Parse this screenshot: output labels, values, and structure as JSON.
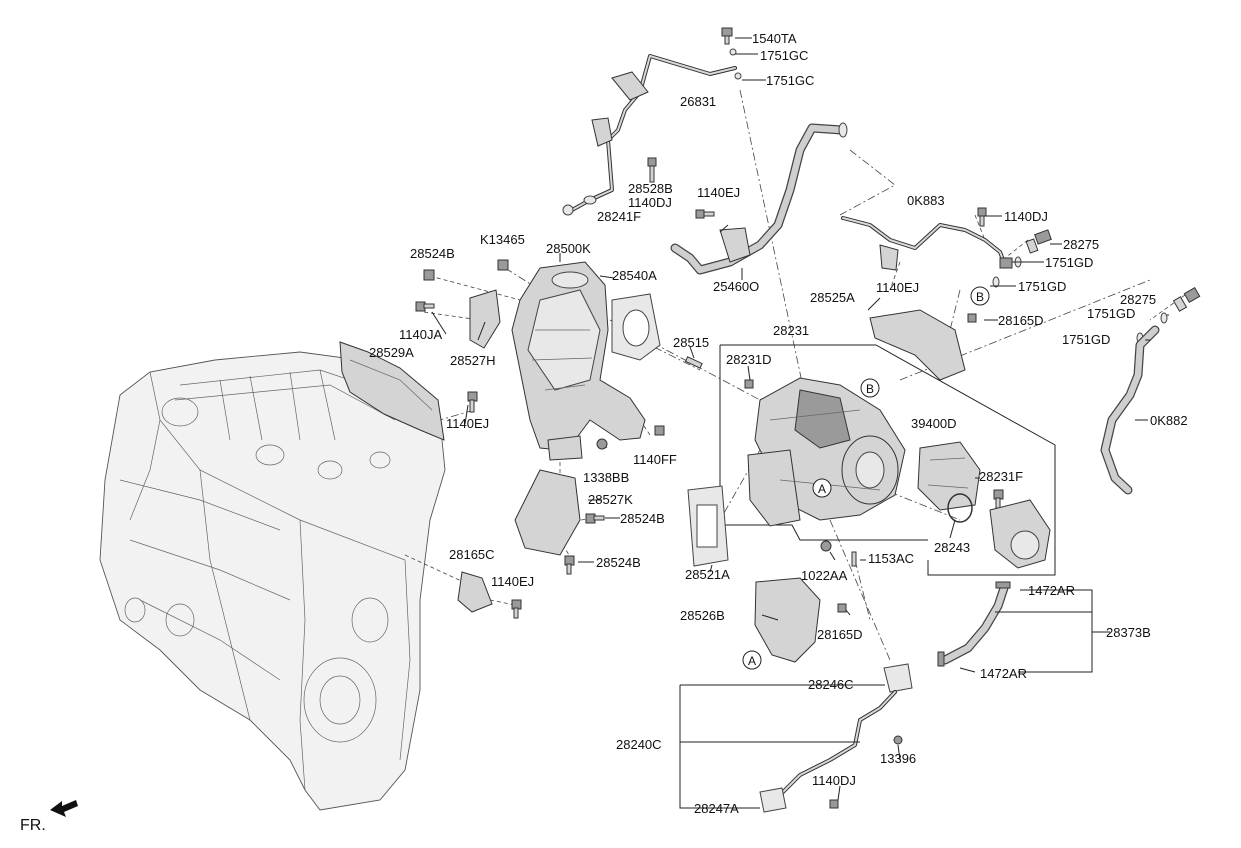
{
  "labels": {
    "l_1540TA": "1540TA",
    "l_1751GC_a": "1751GC",
    "l_1751GC_b": "1751GC",
    "l_26831": "26831",
    "l_28528B": "28528B",
    "l_1140DJ_a": "1140DJ",
    "l_28241F": "28241F",
    "l_1140EJ_a": "1140EJ",
    "l_0K883": "0K883",
    "l_1140DJ_b": "1140DJ",
    "l_28275_a": "28275",
    "l_1751GD_a": "1751GD",
    "l_1751GD_b": "1751GD",
    "l_28275_b": "28275",
    "l_1751GD_c": "1751GD",
    "l_1751GD_d": "1751GD",
    "l_K13465": "K13465",
    "l_28500K": "28500K",
    "l_28524B_a": "28524B",
    "l_28540A": "28540A",
    "l_25460O": "25460O",
    "l_1140EJ_b": "1140EJ",
    "l_28525A": "28525A",
    "l_28165D_a": "28165D",
    "l_1140JA": "1140JA",
    "l_28527H": "28527H",
    "l_28515": "28515",
    "l_28231": "28231",
    "l_28231D": "28231D",
    "l_28529A": "28529A",
    "l_0K882": "0K882",
    "l_1140EJ_c": "1140EJ",
    "l_39400D": "39400D",
    "l_1338BB": "1338BB",
    "l_1140FF": "1140FF",
    "l_28231F": "28231F",
    "l_28527K": "28527K",
    "l_28524B_b": "28524B",
    "l_28243": "28243",
    "l_28521A": "28521A",
    "l_28524B_c": "28524B",
    "l_1022AA": "1022AA",
    "l_1153AC": "1153AC",
    "l_28165C": "28165C",
    "l_1140EJ_d": "1140EJ",
    "l_1472AR_a": "1472AR",
    "l_28526B": "28526B",
    "l_28165D_b": "28165D",
    "l_28373B": "28373B",
    "l_1472AR_b": "1472AR",
    "l_28246C": "28246C",
    "l_28240C": "28240C",
    "l_13396": "13396",
    "l_1140DJ_c": "1140DJ",
    "l_28247A": "28247A"
  },
  "callouts": {
    "a1": "A",
    "a2": "A",
    "b1": "B",
    "b2": "B"
  },
  "orientation": {
    "text": "FR."
  }
}
